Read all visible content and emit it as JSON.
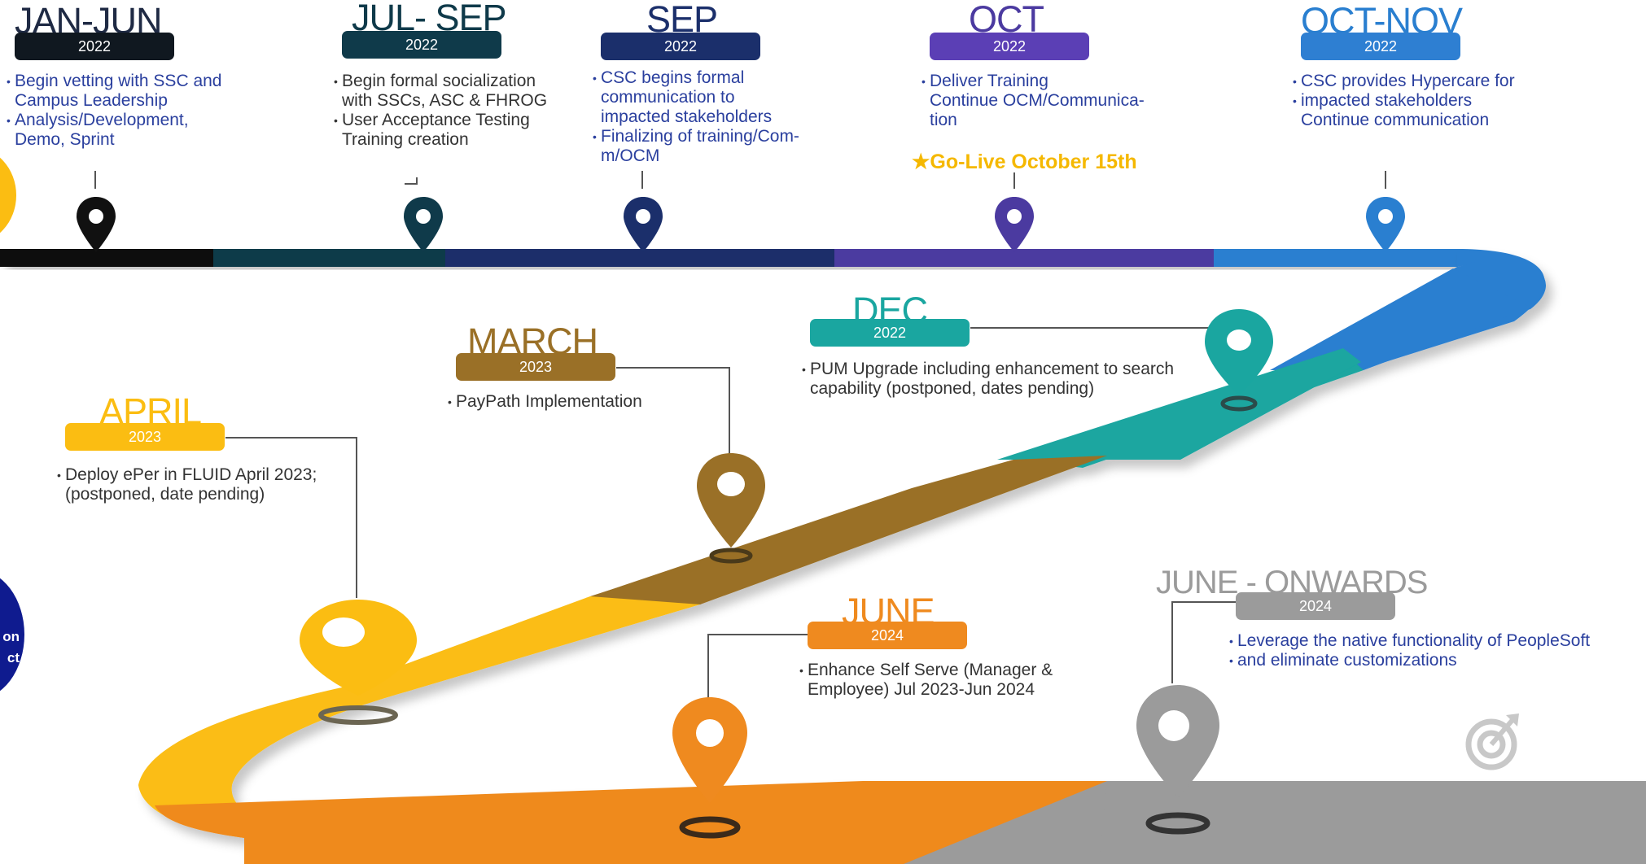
{
  "colors": {
    "black": "#111111",
    "teal_dark": "#0f3a4a",
    "navy": "#1b2f6b",
    "purple": "#4b3aa0",
    "blue": "#2a7fd0",
    "teal": "#1aa6a0",
    "brown": "#9a7027",
    "yellow": "#fbbd12",
    "orange": "#ef8a1f",
    "gray": "#9b9b9b",
    "gold_text": "#f5b800"
  },
  "milestones": {
    "jan_jun": {
      "title": "JAN-JUN",
      "year": "2022",
      "notes": [
        "Begin vetting with SSC and",
        "Campus Leadership",
        "Analysis/Development,",
        "Demo, Sprint"
      ]
    },
    "jul_sep": {
      "title": "JUL- SEP",
      "year": "2022",
      "notes": [
        "Begin formal socialization",
        "with SSCs, ASC & FHROG",
        "User Acceptance Testing",
        "Training creation"
      ]
    },
    "sep": {
      "title": "SEP",
      "year": "2022",
      "notes": [
        "CSC begins formal",
        "communication to",
        "impacted stakeholders",
        "Finalizing of training/Com-",
        "m/OCM"
      ]
    },
    "oct": {
      "title": "OCT",
      "year": "2022",
      "notes": [
        "Deliver Training",
        "Continue OCM/Communica-",
        "tion"
      ]
    },
    "oct_nov": {
      "title": "OCT-NOV",
      "year": "2022",
      "notes": [
        "CSC provides Hypercare for",
        "impacted stakeholders",
        "Continue communication"
      ]
    },
    "dec": {
      "title": "DEC",
      "year": "2022",
      "notes": [
        "PUM Upgrade including enhancement to search",
        "capability (postponed, dates pending)"
      ]
    },
    "march": {
      "title": "MARCH",
      "year": "2023",
      "notes": [
        "PayPath Implementation"
      ]
    },
    "april": {
      "title": "APRIL",
      "year": "2023",
      "notes": [
        "Deploy ePer in FLUID April 2023;",
        "(postponed, date pending)"
      ]
    },
    "june": {
      "title": "JUNE",
      "year": "2024",
      "notes": [
        "Enhance Self Serve (Manager &",
        "Employee) Jul 2023-Jun 2024"
      ]
    },
    "june_onwards": {
      "title": "JUNE - ONWARDS",
      "year": "2024",
      "notes": [
        "Leverage the native functionality of PeopleSoft",
        "and eliminate customizations"
      ]
    }
  },
  "golive": {
    "star": "★",
    "text": "Go-Live October 15th"
  },
  "badge": {
    "line1": "on",
    "line2": "ct"
  },
  "icons": {
    "target": "target-icon",
    "pin": "location-pin-icon"
  }
}
